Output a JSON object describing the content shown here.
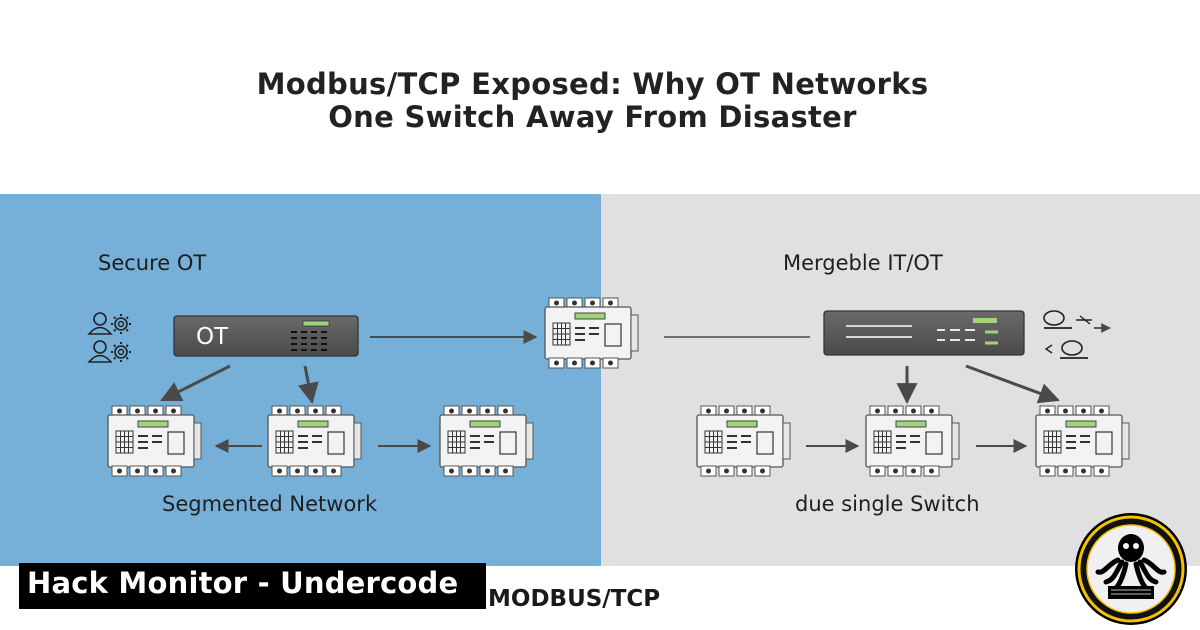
{
  "title": {
    "line1": "Modbus/TCP Exposed: Why OT Networks",
    "line2": "One Switch Away From Disaster"
  },
  "left_panel": {
    "heading": "Secure OT",
    "hub_label": "OT",
    "footer": "Segmented Network",
    "color": "#76b0d8"
  },
  "right_panel": {
    "heading": "Mergeble IT/OT",
    "footer": "due single Switch",
    "color": "#e0e0e0"
  },
  "banner": {
    "text": "Hack Monitor - Undercode"
  },
  "bottom_label": "MODBUS/TCP",
  "icons": [
    "user-gear-icon",
    "camera-icon",
    "modbus-device-icon",
    "switch-icon",
    "octopus-logo"
  ],
  "colors": {
    "device_display": "#9fd47a",
    "switch_body": "#5b5b5b",
    "arrow": "#4a4a4a"
  }
}
